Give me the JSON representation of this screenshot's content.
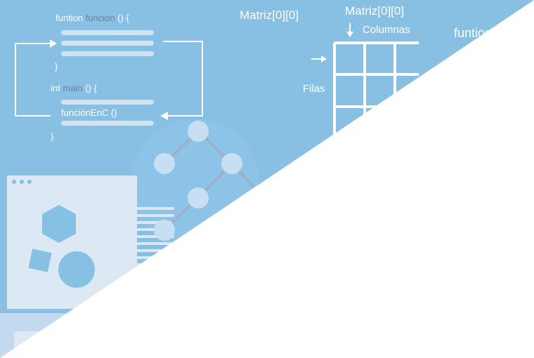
{
  "code_block": {
    "function_decl": {
      "type_word": "funtion",
      "name_word": "funcion",
      "suffix": "() {"
    },
    "close_brace_1": "}",
    "main_decl": {
      "type_word": "int",
      "name_word": "main",
      "suffix": "() {"
    },
    "call_line": "funciónEnC ()",
    "close_brace_2": "}"
  },
  "matrix_labels": {
    "left_title": "Matriz[0][0]",
    "top_title": "Matriz[0][0]",
    "columns_label": "Columnas",
    "rows_label": "Filas"
  },
  "partial_text": "funtion",
  "window": {
    "dot_count": 3
  },
  "colors": {
    "background": "#87c0e2",
    "panel": "#dde8f5",
    "line": "#cfe3f3",
    "accent_shape": "#86c0e3",
    "keyword": "#6f7fa6",
    "graph_node": "#c8def2",
    "graph_edge": "#9cb1c8"
  }
}
